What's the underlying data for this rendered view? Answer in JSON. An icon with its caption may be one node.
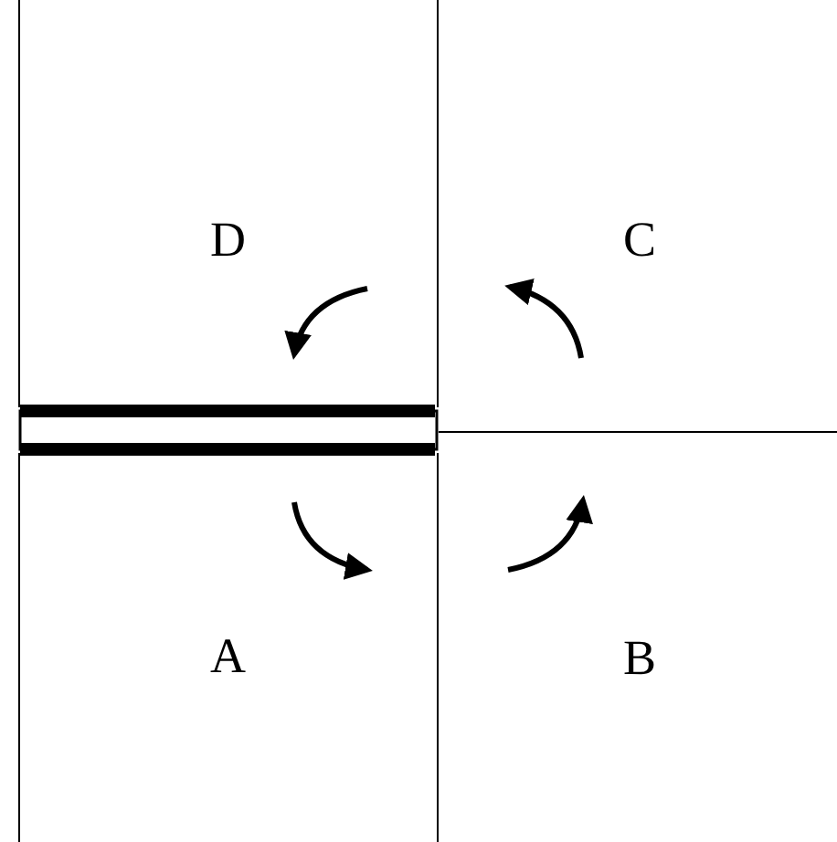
{
  "diagram": {
    "nodes": [
      {
        "text": [
          "D"
        ]
      },
      {
        "text": [
          "C"
        ]
      },
      {
        "text": [
          "A"
        ]
      },
      {
        "text": [
          "B"
        ]
      }
    ]
  }
}
